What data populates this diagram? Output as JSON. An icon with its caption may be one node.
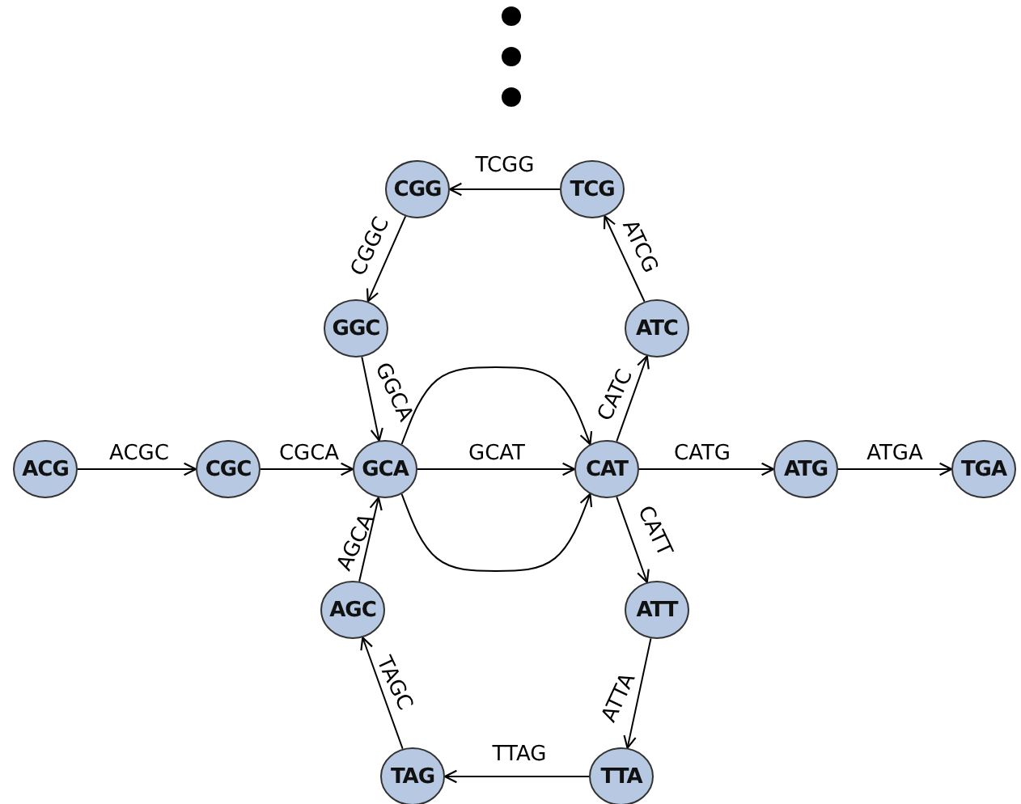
{
  "diagram": {
    "nodes": [
      {
        "text": [
          "ACG"
        ]
      },
      {
        "text": [
          "CGC"
        ]
      },
      {
        "text": [
          "GCA"
        ]
      },
      {
        "text": [
          "CAT"
        ]
      },
      {
        "text": [
          "ATG"
        ]
      },
      {
        "text": [
          "TGA"
        ]
      },
      {
        "text": [
          "CGG"
        ]
      },
      {
        "text": [
          "TCG"
        ]
      },
      {
        "text": [
          "GGC"
        ]
      },
      {
        "text": [
          "ATC"
        ]
      },
      {
        "text": [
          "AGC"
        ]
      },
      {
        "text": [
          "ATT"
        ]
      },
      {
        "text": [
          "TAG"
        ]
      },
      {
        "text": [
          "TTA"
        ]
      }
    ],
    "edges": [
      {
        "from": 0,
        "to": 1,
        "arrow": "to",
        "label": "ACGC"
      },
      {
        "from": 1,
        "to": 2,
        "arrow": "to",
        "label": "CGCA"
      },
      {
        "from": 2,
        "to": 3,
        "arrow": "to",
        "label": "GCAT"
      },
      {
        "from": 2,
        "to": 3,
        "arrow": "to"
      },
      {
        "from": 2,
        "to": 3,
        "arrow": "to"
      },
      {
        "from": 3,
        "to": 4,
        "arrow": "to",
        "label": "CATG"
      },
      {
        "from": 4,
        "to": 5,
        "arrow": "to",
        "label": "ATGA"
      },
      {
        "from": 7,
        "to": 6,
        "arrow": "to",
        "label": "TCGG"
      },
      {
        "from": 6,
        "to": 8,
        "arrow": "to",
        "label": "CGGC"
      },
      {
        "from": 8,
        "to": 2,
        "arrow": "to",
        "label": "GGCA"
      },
      {
        "from": 9,
        "to": 7,
        "arrow": "to",
        "label": "ATCG"
      },
      {
        "from": 3,
        "to": 9,
        "arrow": "to",
        "label": "CATC"
      },
      {
        "from": 3,
        "to": 11,
        "arrow": "to",
        "label": "CATT"
      },
      {
        "from": 11,
        "to": 13,
        "arrow": "to",
        "label": "ATTA"
      },
      {
        "from": 13,
        "to": 12,
        "arrow": "to",
        "label": "TTAG"
      },
      {
        "from": 12,
        "to": 10,
        "arrow": "to",
        "label": "TAGC"
      },
      {
        "from": 10,
        "to": 2,
        "arrow": "to",
        "label": "AGCA"
      }
    ]
  }
}
